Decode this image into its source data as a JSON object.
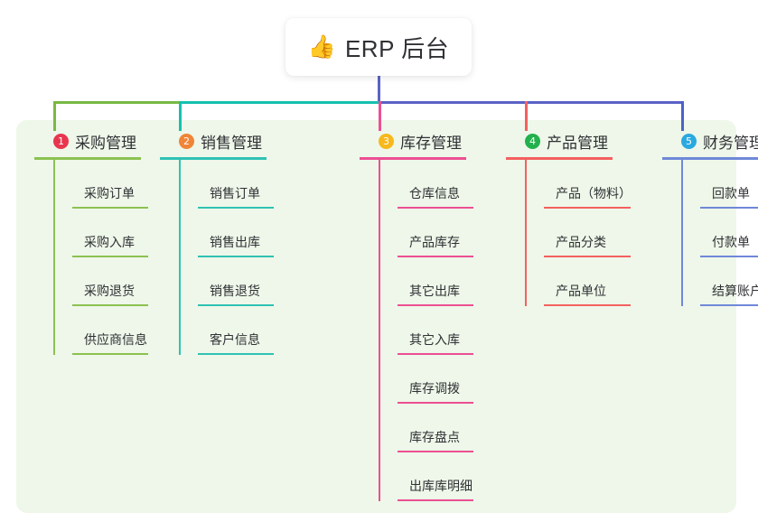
{
  "root": {
    "emoji": "👍",
    "emoji_name": "thumbs-up-icon",
    "title": "ERP 后台"
  },
  "panel": {
    "background": "#eef7e9"
  },
  "connector": {
    "stem_color": "#5b62c6",
    "segments": [
      {
        "name": "segment-green",
        "color": "#79b943"
      },
      {
        "name": "segment-teal",
        "color": "#15c1af"
      },
      {
        "name": "segment-purple",
        "color": "#5b62c6"
      }
    ],
    "drops": [
      {
        "name": "drop-purchase",
        "color": "#79b943"
      },
      {
        "name": "drop-sales",
        "color": "#15c1af"
      },
      {
        "name": "drop-inventory",
        "color": "#ec4f93"
      },
      {
        "name": "drop-product",
        "color": "#f4605f"
      },
      {
        "name": "drop-finance",
        "color": "#4a63c8"
      }
    ]
  },
  "columns": [
    {
      "id": "purchase",
      "number": "1",
      "title": "采购管理",
      "badge_color": "#e8364f",
      "line_color": "#8cc152",
      "rule_width": 118,
      "item_rule_width": 84,
      "items": [
        {
          "label": "采购订单"
        },
        {
          "label": "采购入库"
        },
        {
          "label": "采购退货"
        },
        {
          "label": "供应商信息"
        }
      ]
    },
    {
      "id": "sales",
      "number": "2",
      "title": "销售管理",
      "badge_color": "#f08537",
      "line_color": "#2fc2b4",
      "rule_width": 118,
      "item_rule_width": 84,
      "items": [
        {
          "label": "销售订单"
        },
        {
          "label": "销售出库"
        },
        {
          "label": "销售退货"
        },
        {
          "label": "客户信息"
        }
      ]
    },
    {
      "id": "inventory",
      "number": "3",
      "title": "库存管理",
      "badge_color": "#f6b81d",
      "line_color": "#ec4f93",
      "rule_width": 118,
      "item_rule_width": 84,
      "items": [
        {
          "label": "仓库信息"
        },
        {
          "label": "产品库存"
        },
        {
          "label": "其它出库"
        },
        {
          "label": "其它入库"
        },
        {
          "label": "库存调拨"
        },
        {
          "label": "库存盘点"
        },
        {
          "label": "出库库明细"
        }
      ]
    },
    {
      "id": "product",
      "number": "4",
      "title": "产品管理",
      "badge_color": "#22b14c",
      "line_color": "#f4605f",
      "rule_width": 118,
      "item_rule_width": 96,
      "items": [
        {
          "label": "产品（物料）"
        },
        {
          "label": "产品分类"
        },
        {
          "label": "产品单位"
        }
      ]
    },
    {
      "id": "finance",
      "number": "5",
      "title": "财务管理",
      "badge_color": "#2aa9e0",
      "line_color": "#6f88d8",
      "rule_width": 118,
      "item_rule_width": 84,
      "items": [
        {
          "label": "回款单"
        },
        {
          "label": "付款单"
        },
        {
          "label": "结算账户"
        }
      ]
    }
  ]
}
